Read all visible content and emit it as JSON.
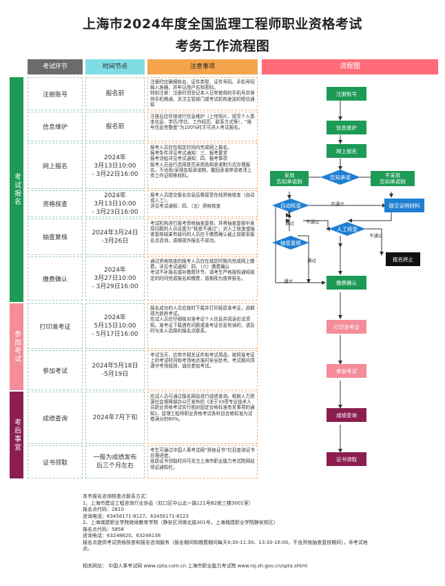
{
  "title": {
    "line1": "上海市2024年度全国监理工程师职业资格考试",
    "line2": "考务工作流程图"
  },
  "headers": {
    "stage": "考试环节",
    "time": "时间节点",
    "notes": "注意事项",
    "flow": "流程图"
  },
  "stages": [
    {
      "label": "考试报名"
    },
    {
      "label": "参加考试"
    },
    {
      "label": "考后事宜"
    }
  ],
  "rows": [
    {
      "step": "注册账号",
      "time": "报名前",
      "note": "注册时应确保姓名、证件类型、证件号码、手机号码输入准确，并牢记用户名和密码。\n特别注意：注册时须登记本人日常使用的手机号并保持手机畅通，关注主管部门或考试机构发送的短信通知"
    },
    {
      "step": "信息维护",
      "time": "报名前",
      "note": "注册后应尽快进行信息维护（上传照片、填写个人基本信息、学历/学位、工作经历、联系方式等），“账号信息完整度”为100%时才可进入考试报名。"
    },
    {
      "step": "网上报名",
      "time": "2024年\n3月13日10:00\n- 3月22日16:00",
      "note": "报考人员应在规定时间内完成网上报名。\n报考条件详见考试通知：三、报考要求\n报考流程详见考试通知：四、报考事项\n报考人员自行选择是否采用告知承诺制方式办理报名。不适用/采用告知承诺制、撤回承诺申请者须上传工作证明等材料。"
    },
    {
      "step": "资格核查",
      "time": "2024年\n3月13日10:00\n- 3月23日16:00",
      "note": "报考人员提交报名信息后需接受在线资格核查（自动或人工）。\n详见考试通知：四、（五）资格核查"
    },
    {
      "step": "抽查复核",
      "time": "2024年3月24日\n-3月26日",
      "note": "考试机构进行报考资格抽查复核，并将抽查复核中发现问题的人员设置为“核查不通过”。对人工核查或抽查复核结果有疑问的人员应于缴费确认截止前联系报名点咨询，逾期视作报名不成功。"
    },
    {
      "step": "缴费确认",
      "time": "2024年\n3月27日10:00\n- 3月29日16:00",
      "note": "通过资格核查的报考人员应在规定时限内完成网上缴费。详见考试通知：四、（六）缴费确认\n考试不补报名或补缴费环节，请考生严格按照通知规定的时间完成报名和缴费，逾期视为放弃报名。"
    },
    {
      "step": "打印准考证",
      "time": "2024年\n5月15日10:00\n- 5月17日16:00",
      "note": "报名成功的人员应按时下载并打印纸质准考证，逾期视为放弃考试。\n应试人员应仔细核对准考证个人信息并阅读应试须知。准考证下载遇有问题或准考证信息有误的，请及时与本人选择的报名点联系。"
    },
    {
      "step": "参加考试",
      "time": "2024年5月18日\n-5月19日",
      "note": "考试当天，应带齐相关证件和考试用品，按照准考证上的考试时间和考场地点准时安全赴考。考试期间须遵守考场规则，诚信参加考试。"
    },
    {
      "step": "成绩查询",
      "time": "2024年7月下旬",
      "note": "应试人员可通过报名网站进行成绩查询。根据人力资源社会保障部办公厅发布的《关于33项专业技术人员职业资格考试实行相对固定合格标准有关事项的通知》，监理工程师职业资格考试各科目合格标准为试卷满分的60%。"
    },
    {
      "step": "证书领取",
      "time": "一般为成绩发布\n后三个月左右",
      "note": "考生可通过中国人事考试网“资格证书”栏目查询证书办理进度。\n纸质证书领取时间可关注上海市职业能力考试院网站领证通知栏。"
    }
  ],
  "flow": {
    "register": "注册账号",
    "info": "信息维护",
    "signup": "网上报名",
    "notify": "告知承诺",
    "adopt": "采用\n告知承诺制",
    "not_adopt": "不采用\n告知承诺制",
    "auto": "自动核查",
    "submit": "提交证明材料",
    "spot": "抽查复核",
    "manual": "人工核查",
    "end": "报名终止",
    "pay": "缴费确认",
    "print": "打印准考证",
    "exam": "参加考试",
    "score": "成绩查询",
    "cert": "证书领取",
    "pass": "通过",
    "fail": "不通过"
  },
  "footer": {
    "text": "本市报名咨询核查点联系方式：\n1、上海市建设工程咨询行业协会（虹口区中山北一路121号B2栋三楼3001室）\n报名点代码：2810\n咨询电话：63456171-8127、63456171-8123\n2、上海城建职业学院继续教育学院（静安区河南北路301号，上海城建职业学院静安校区）\n报名点代码：5858\n咨询电话：63248620、63248138\n报名点提供考试资格核查和报名咨询服务（报名期间和缴费期间每天9:30-11:30、13:30-16:00，不含资格抽查复核期间），非考试地点。",
    "links": "相关网站：   中国人事考试网 www.cpta.com.cn      上海市职业能力考试院 www.rsj.sh.gov.cn/spta.shtml"
  },
  "colors": {
    "green": "#1d9a55",
    "pink": "#f48c9a",
    "maroon": "#8b1e4f",
    "black": "#111111",
    "blue": "#1f7fd1",
    "gray": "#6b6b6b",
    "cyan": "#7fdde4",
    "orange": "#f5a44c",
    "flowhdr": "#ff6b76"
  }
}
